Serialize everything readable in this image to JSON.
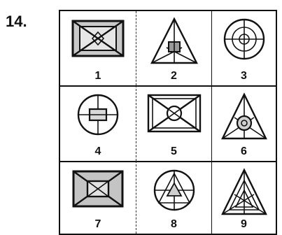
{
  "question_number": "14.",
  "figures": [
    {
      "number": "1",
      "shape": "rectangle-with-x"
    },
    {
      "number": "2",
      "shape": "triangle-with-square"
    },
    {
      "number": "3",
      "shape": "concentric-circles-with-cross"
    },
    {
      "number": "4",
      "shape": "circle-with-small-square"
    },
    {
      "number": "5",
      "shape": "rectangle-with-x-and-circle"
    },
    {
      "number": "6",
      "shape": "triangle-with-circle"
    },
    {
      "number": "7",
      "shape": "rectangle-with-x-and-square"
    },
    {
      "number": "8",
      "shape": "circle-with-triangle"
    },
    {
      "number": "9",
      "shape": "triangle-with-nested-triangles"
    }
  ]
}
